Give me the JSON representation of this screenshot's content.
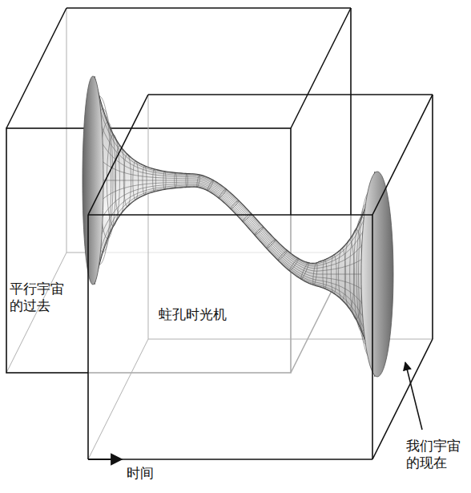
{
  "diagram": {
    "labels": [
      "平行宇宙 的过去",
      "蛀孔时光机",
      "我们宇宙 的现在",
      "时间"
    ]
  }
}
